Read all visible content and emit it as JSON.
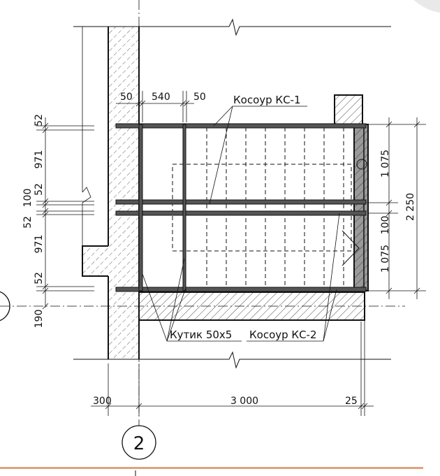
{
  "labels": {
    "stringer_top": "Косоур КС-1",
    "stringer_bottom": "Косоур КС-2",
    "angle": "Кутик 50x5"
  },
  "axis_marker": "2",
  "dimensions": {
    "top_left": "50",
    "top_mid": "540",
    "top_right": "50",
    "left_1": "52",
    "left_2": "971",
    "left_3": "100",
    "left_4": "52",
    "left_5": "52",
    "left_6": "971",
    "left_7": "52",
    "left_8": "190",
    "right_1": "1 075",
    "right_2": "100",
    "right_3": "1 075",
    "right_total": "2 250",
    "bottom_left": "300",
    "bottom_mid": "3 000",
    "bottom_right": "25"
  },
  "colors": {
    "line": "#111111",
    "hatch": "#222222",
    "steel": "#555555",
    "accent_bar": "#e0a27f"
  }
}
